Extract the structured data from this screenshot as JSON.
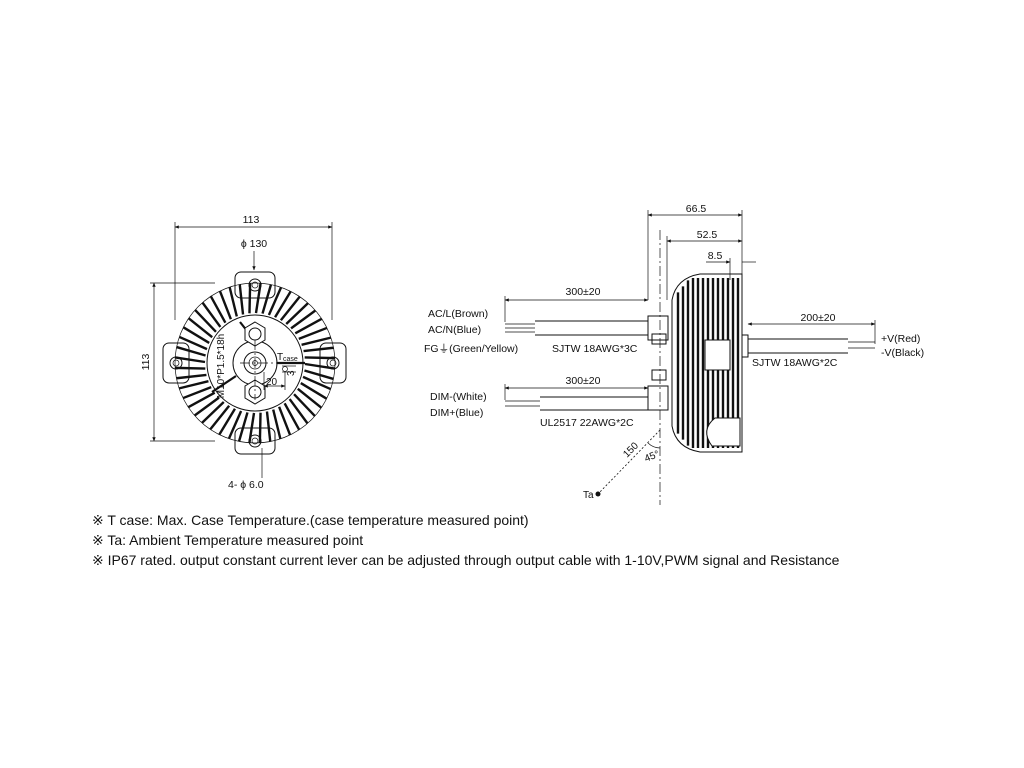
{
  "front_view": {
    "dim_width": "113",
    "dim_diameter": "ϕ 130",
    "dim_height": "113",
    "thread_label": "M10*P1.5*18h",
    "tcase_label": "T",
    "tcase_sub": "case",
    "dim_20": "20",
    "dim_3": "3",
    "holes_label": "4- ϕ 6.0"
  },
  "side_view": {
    "dim_66_5": "66.5",
    "dim_52_5": "52.5",
    "dim_8_5": "8.5",
    "input_length": "300±20",
    "ac_l": "AC/L(Brown)",
    "ac_n": "AC/N(Blue)",
    "fg": "FG⏚(Green/Yellow)",
    "input_cable": "SJTW 18AWG*3C",
    "dim_length": "300±20",
    "dim_minus": "DIM-(White)",
    "dim_plus": "DIM+(Blue)",
    "dim_cable": "UL2517 22AWG*2C",
    "output_length": "200±20",
    "v_plus": "+V(Red)",
    "v_minus": "-V(Black)",
    "output_cable": "SJTW 18AWG*2C",
    "ta_distance": "150",
    "ta_angle": "45°",
    "ta_label": "Ta"
  },
  "notes": [
    "※ T case: Max. Case Temperature.(case temperature measured point)",
    "※ Ta: Ambient Temperature measured point",
    "※ IP67 rated. output constant current lever can be adjusted through output cable with 1-10V,PWM signal and Resistance"
  ]
}
